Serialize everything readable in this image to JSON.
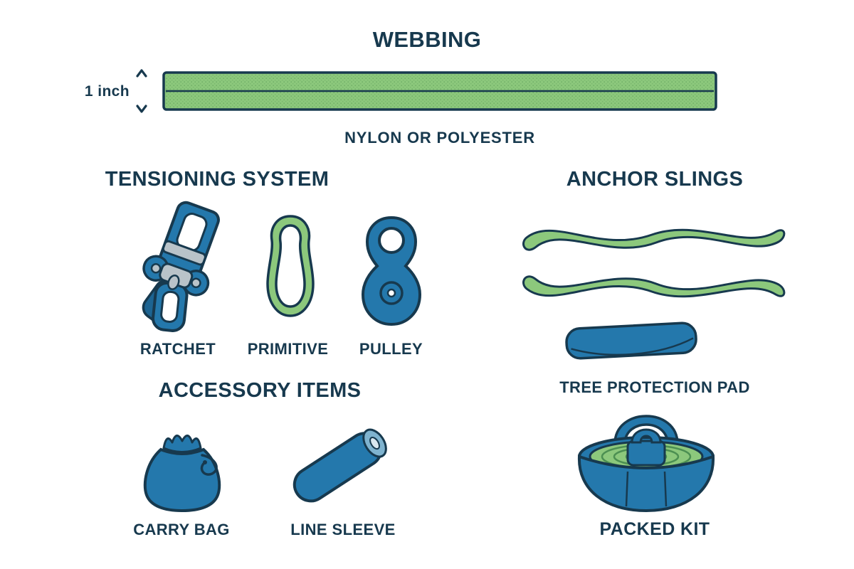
{
  "title": "WEBBING",
  "webbing": {
    "measurement": "1 inch",
    "material": "NYLON OR POLYESTER"
  },
  "sections": {
    "tensioning": {
      "title": "TENSIONING SYSTEM",
      "items": [
        {
          "label": "RATCHET"
        },
        {
          "label": "PRIMITIVE"
        },
        {
          "label": "PULLEY"
        }
      ]
    },
    "anchor_slings": {
      "title": "ANCHOR SLINGS",
      "pad_label": "TREE PROTECTION PAD"
    },
    "accessories": {
      "title": "ACCESSORY ITEMS",
      "items": [
        {
          "label": "CARRY BAG"
        },
        {
          "label": "LINE SLEEVE"
        }
      ]
    },
    "packed_kit": {
      "label": "PACKED KIT"
    }
  },
  "colors": {
    "ink": "#17394e",
    "blue": "#2478ac",
    "blue_dark": "#1d6492",
    "blue_light": "#7fb3cf",
    "green": "#8cc87c",
    "green_dark": "#4c8f52",
    "grey": "#b9c3c9"
  }
}
